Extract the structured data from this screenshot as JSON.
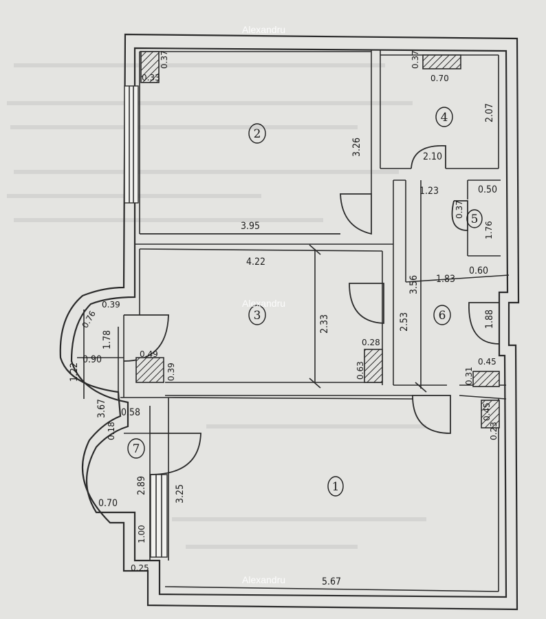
{
  "watermarks": [
    "Alexandru",
    "Alexandru",
    "Alexandru"
  ],
  "rooms": [
    {
      "id": "1",
      "label": "1"
    },
    {
      "id": "2",
      "label": "2"
    },
    {
      "id": "3",
      "label": "3"
    },
    {
      "id": "4",
      "label": "4"
    },
    {
      "id": "5",
      "label": "5"
    },
    {
      "id": "6",
      "label": "6"
    },
    {
      "id": "7",
      "label": "7"
    }
  ],
  "dimensions": {
    "r2_width": "3.95",
    "r2_height": "3.26",
    "r2_pillar_w": "0.33",
    "r2_pillar_h": "0.37",
    "r4_pillar_w": "0.70",
    "r4_pillar_h": "0.37",
    "r4_height": "2.07",
    "r4_width": "2.10",
    "corr_width": "1.23",
    "r5_width": "0.50",
    "r5_height": "1.76",
    "r5_small": "0.37",
    "r3_width": "4.22",
    "r3_height": "2.33",
    "r3_pillar_w": "0.28",
    "r3_pillar_h": "0.63",
    "r3_pillar2_w": "0.49",
    "r3_pillar2_h": "0.39",
    "hall_len": "3.56",
    "hall_width": "1.83",
    "hall_side": "0.60",
    "hall_door": "2.53",
    "hall_end": "1.88",
    "r1_pillar_w": "0.45",
    "r1_pillar_h": "0.31",
    "r1_pillar2_h": "0.45",
    "r1_pillar2_w": "0.23",
    "r1_width": "5.67",
    "r1_height": "3.25",
    "b_top_a": "0.76",
    "b_top_b": "0.39",
    "b_178": "1.78",
    "b_090": "0.90",
    "b_122": "1.22",
    "b_367": "3.67",
    "b_058": "0.58",
    "b_018": "0.18",
    "b_289": "2.89",
    "b_070": "0.70",
    "b_100": "1.00",
    "b_025": "0.25"
  }
}
